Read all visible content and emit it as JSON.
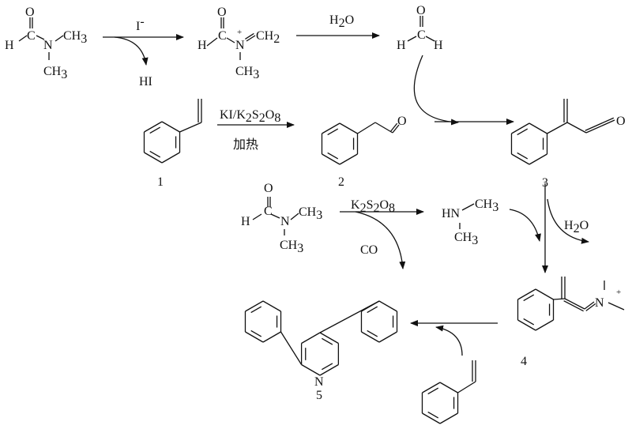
{
  "reagents": {
    "iodide": "I",
    "iodide_charge": "-",
    "hi": "HI",
    "water_1": "H2O",
    "ki_k2s2o8": "KI/K2S2O8",
    "heating": "加热",
    "k2s2o8": "K2S2O8",
    "co": "CO",
    "water_2": "H2O"
  },
  "atoms": {
    "O": "O",
    "C": "C",
    "H": "H",
    "N": "N",
    "CH3": "CH3",
    "CH2": "CH2",
    "HN": "HN",
    "plus": "+"
  },
  "labels": {
    "c1": "1",
    "c2": "2",
    "c3": "3",
    "c4": "4",
    "c5": "5"
  },
  "colors": {
    "ink": "#111111",
    "background": "#ffffff"
  }
}
